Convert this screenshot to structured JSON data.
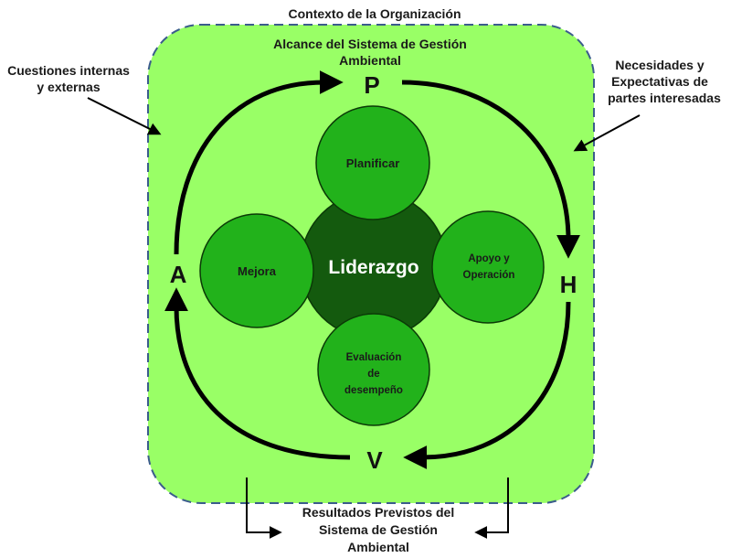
{
  "title": "Contexto de la Organización",
  "scope_label": [
    "Alcance del Sistema de Gestión",
    "Ambiental"
  ],
  "left_label": [
    "Cuestiones internas",
    "y externas"
  ],
  "right_label": [
    "Necesidades y",
    "Expectativas de",
    "partes interesadas"
  ],
  "bottom_label": [
    "Resultados Previstos del",
    "Sistema de Gestión",
    "Ambiental"
  ],
  "center": "Liderazgo",
  "circles": {
    "top": [
      "Planificar"
    ],
    "left": [
      "Mejora"
    ],
    "right": [
      "Apoyo y",
      "Operación"
    ],
    "bottom": [
      "Evaluación",
      "de",
      "desempeño"
    ]
  },
  "cycle": {
    "p": "P",
    "h": "H",
    "v": "V",
    "a": "A"
  },
  "colors": {
    "outer_fill": "#99ff66",
    "outer_border": "#3b5c8c",
    "satellite_fill": "#22b21b",
    "center_fill": "#145a0e",
    "arrow": "#000000"
  }
}
